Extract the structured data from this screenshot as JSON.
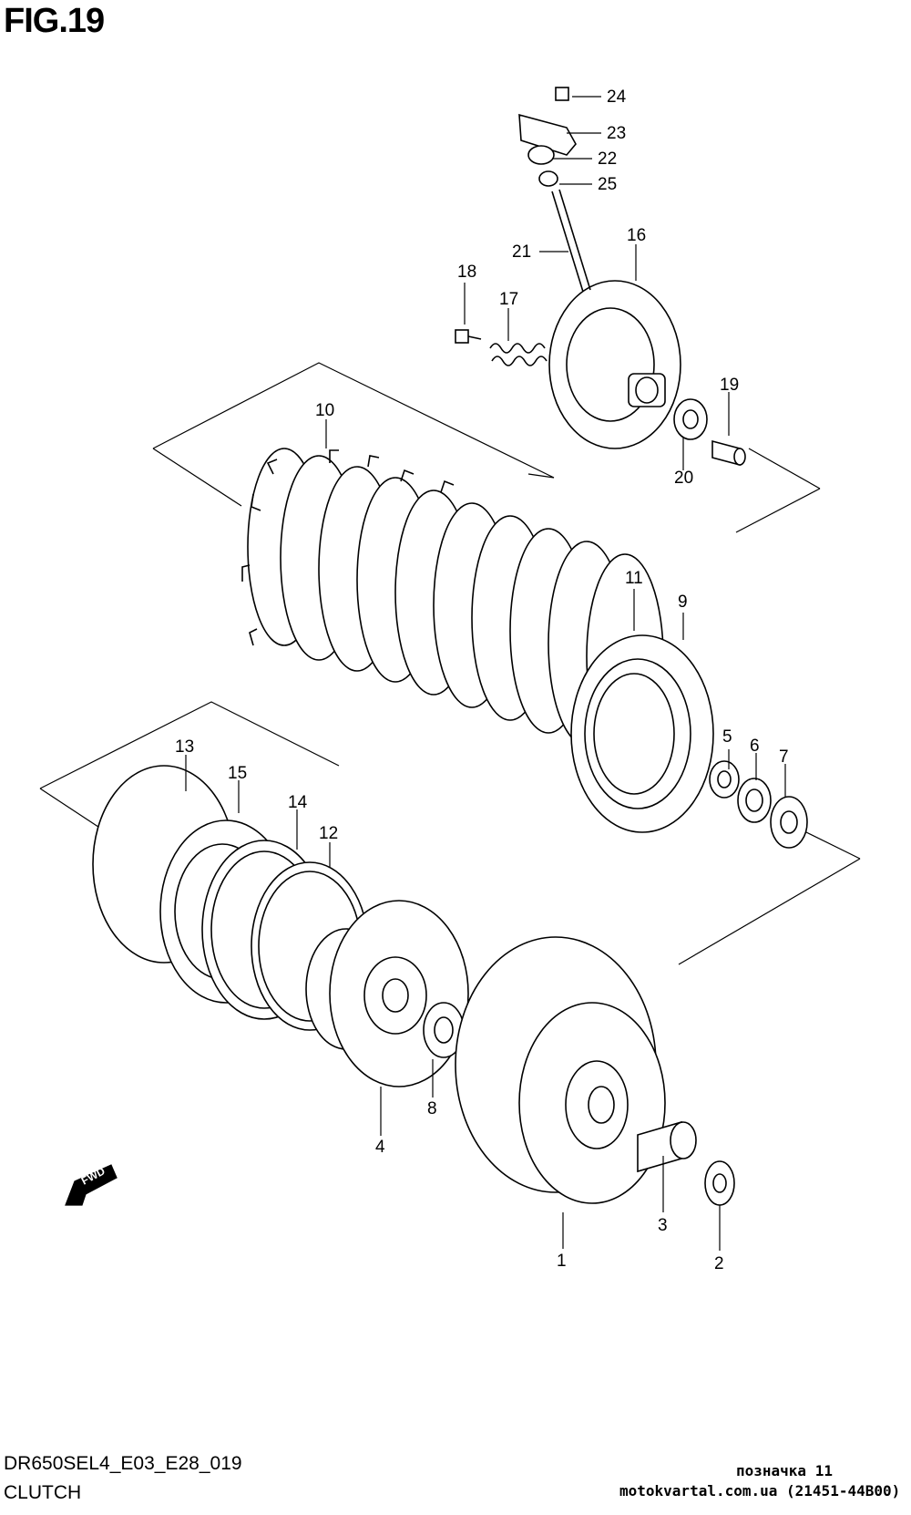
{
  "figure": {
    "title": "FIG.19",
    "model_code": "DR650SEL4_E03_E28_019",
    "section_name": "CLUTCH",
    "fwd_label": "FWD"
  },
  "watermark": {
    "line1": "позначка 11",
    "line2": "motokvartal.com.ua (21451-44B00)"
  },
  "callouts": [
    "1",
    "2",
    "3",
    "4",
    "5",
    "6",
    "7",
    "8",
    "9",
    "10",
    "11",
    "12",
    "13",
    "14",
    "15",
    "16",
    "17",
    "18",
    "19",
    "20",
    "21",
    "22",
    "23",
    "24",
    "25"
  ]
}
